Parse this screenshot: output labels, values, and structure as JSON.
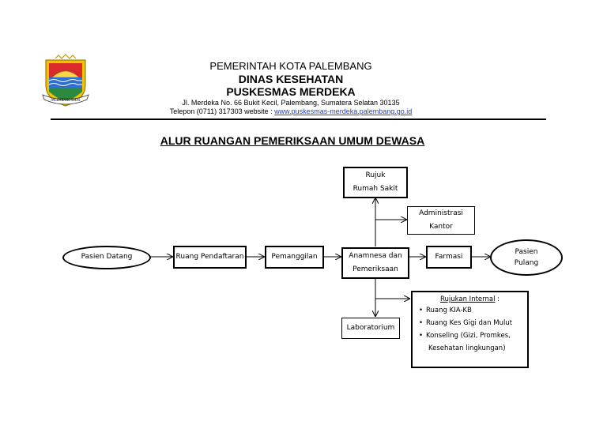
{
  "header": {
    "line1": "PEMERINTAH KOTA PALEMBANG",
    "line2": "DINAS KESEHATAN",
    "line3": "PUSKESMAS MERDEKA",
    "address": "Jl. Merdeka No. 66 Bukit Kecil, Palembang, Sumatera Selatan 30135",
    "contact_prefix": "Telepon  (0711) 317303 website : ",
    "website": "www.puskesmas-merdeka.palembang.go.id"
  },
  "title": "ALUR RUANGAN PEMERIKSAAN UMUM DEWASA",
  "nodes": {
    "pasien_datang": "Pasien Datang",
    "ruang_pendaftaran": "Ruang Pendaftaran",
    "pemanggilan": "Pemanggilan",
    "anamnesa_line1": "Anamnesa dan",
    "anamnesa_line2": "Pemeriksaan",
    "farmasi": "Farmasi",
    "pasien_pulang_line1": "Pasien",
    "pasien_pulang_line2": "Pulang",
    "rujuk_line1": "Rujuk",
    "rujuk_line2": "Rumah Sakit",
    "administrasi_line1": "Administrasi",
    "administrasi_line2": "Kantor",
    "laboratorium": "Laboratorium"
  },
  "rujukan_internal": {
    "title": "Rujukan Internal",
    "title_suffix": " :",
    "items": [
      "Ruang KIA-KB",
      "Ruang Kes Gigi dan Mulut",
      "Konseling (Gizi, Promkes,"
    ],
    "continuation": "Kesehatan lingkungan)"
  },
  "logo": {
    "banner_text": "PALEMBANG EMAS"
  }
}
